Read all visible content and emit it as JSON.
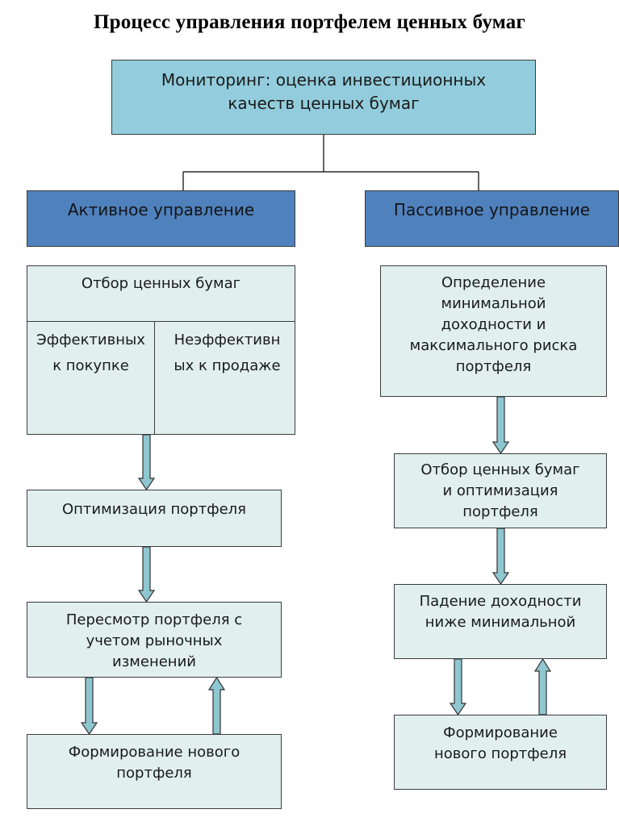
{
  "title": "Процесс  управления портфелем ценных бумаг",
  "colors": {
    "light_box": "#e1efef",
    "branch_box": "#4f81bd",
    "top_box": "#93cddd",
    "arrow_fill": "#8fc7d0"
  },
  "top": {
    "label": "Мониторинг: оценка инвестиционных\nкачеств ценных бумаг"
  },
  "active": {
    "header": "Активное управление",
    "selection": {
      "label": "Отбор ценных бумаг",
      "left": "Эффективных\nк покупке",
      "right": "Неэффективн\nых к продаже"
    },
    "optimization": "Оптимизация портфеля",
    "review": "Пересмотр портфеля с\nучетом рыночных\nизменений",
    "new_portfolio": "Формирование нового\nпортфеля"
  },
  "passive": {
    "header": "Пассивное управление",
    "definition": "Определение\nминимальной\nдоходности и\nмаксимального риска\nпортфеля",
    "selection": "Отбор ценных бумаг\nи оптимизация\nпортфеля",
    "drop": "Падение доходности\nниже минимальной",
    "new_portfolio": "Формирование\nнового портфеля"
  }
}
